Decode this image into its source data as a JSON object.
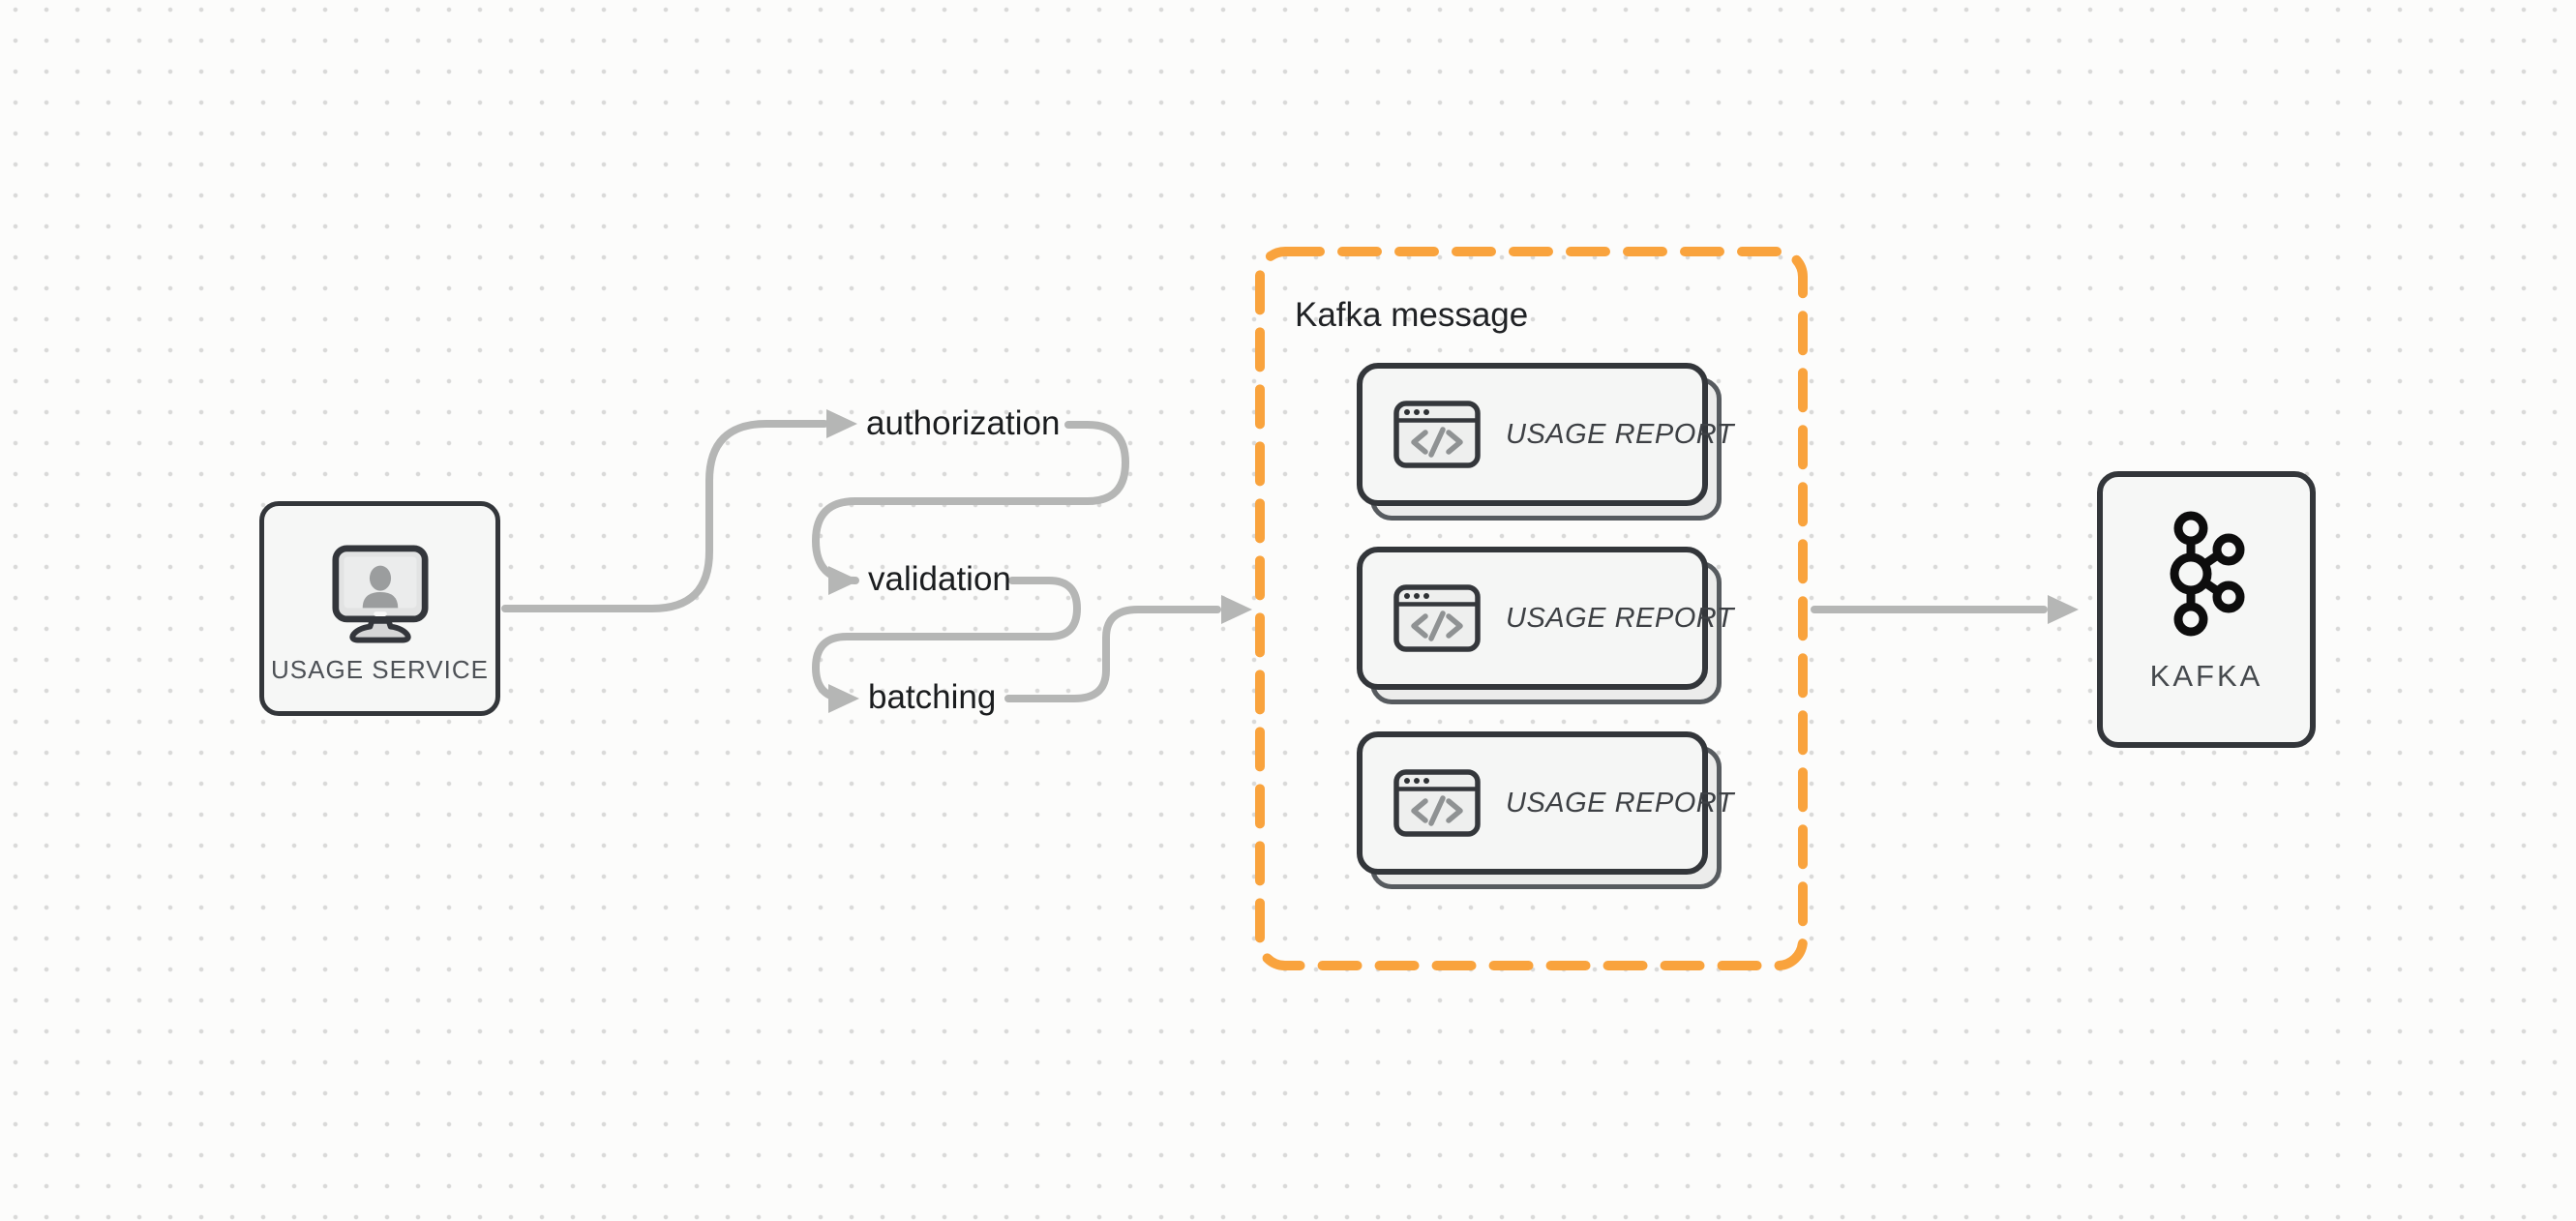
{
  "diagram": {
    "usage_service": {
      "label": "USAGE SERVICE",
      "icon": "monitor-user-icon"
    },
    "pipeline_steps": [
      {
        "label": "authorization"
      },
      {
        "label": "validation"
      },
      {
        "label": "batching"
      }
    ],
    "kafka_message_group": {
      "title": "Kafka message",
      "border_color": "#F9A33D",
      "reports": [
        {
          "label": "USAGE REPORT",
          "icon": "browser-code-icon"
        },
        {
          "label": "USAGE REPORT",
          "icon": "browser-code-icon"
        },
        {
          "label": "USAGE REPORT",
          "icon": "browser-code-icon"
        }
      ]
    },
    "kafka": {
      "label": "KAFKA",
      "icon": "kafka-logo-icon"
    },
    "colors": {
      "connector_gray": "#B5B6B5",
      "node_border_dark": "#33363A",
      "node_fill": "#F6F7F6",
      "accent_orange": "#F9A33D",
      "label_text": "#1B1D1F"
    }
  }
}
